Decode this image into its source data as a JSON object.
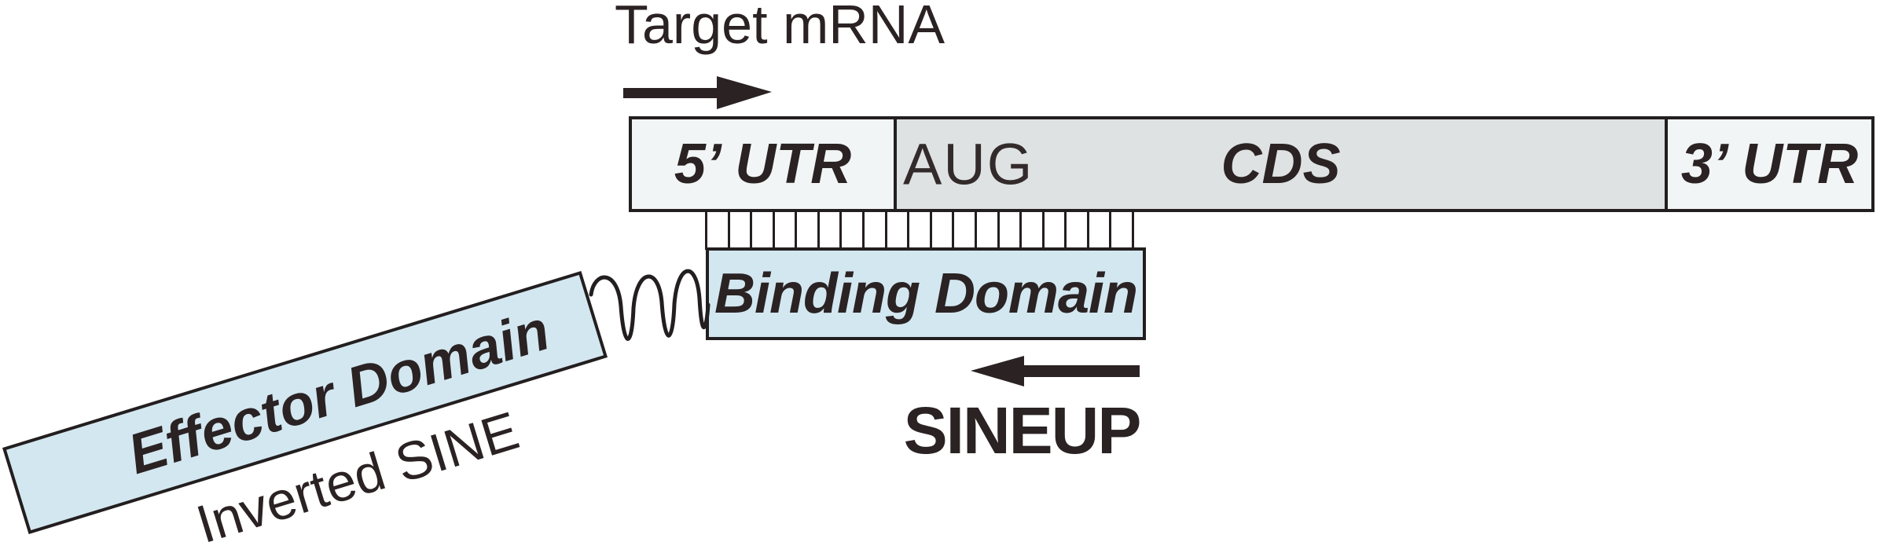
{
  "colors": {
    "background": "#ffffff",
    "ink": "#2a2223",
    "stroke": "#231e1f",
    "utr_fill": "#f2f5f6",
    "cds_fill": "#dfe2e2",
    "domain_fill": "#d3e7f0"
  },
  "target_mrna": {
    "label": "Target mRNA",
    "direction": "right",
    "sections": [
      {
        "id": "5utr",
        "label": "5’ UTR"
      },
      {
        "id": "cds",
        "label": "CDS",
        "start_codon": "AUG"
      },
      {
        "id": "3utr",
        "label": "3’ UTR"
      }
    ]
  },
  "sineup": {
    "label": "SINEUP",
    "direction": "left",
    "binding_domain": {
      "label": "Binding Domain"
    },
    "effector_domain": {
      "label": "Effector Domain",
      "annotation": "Inverted SINE"
    }
  },
  "base_pairing": {
    "tick_count": 19
  }
}
